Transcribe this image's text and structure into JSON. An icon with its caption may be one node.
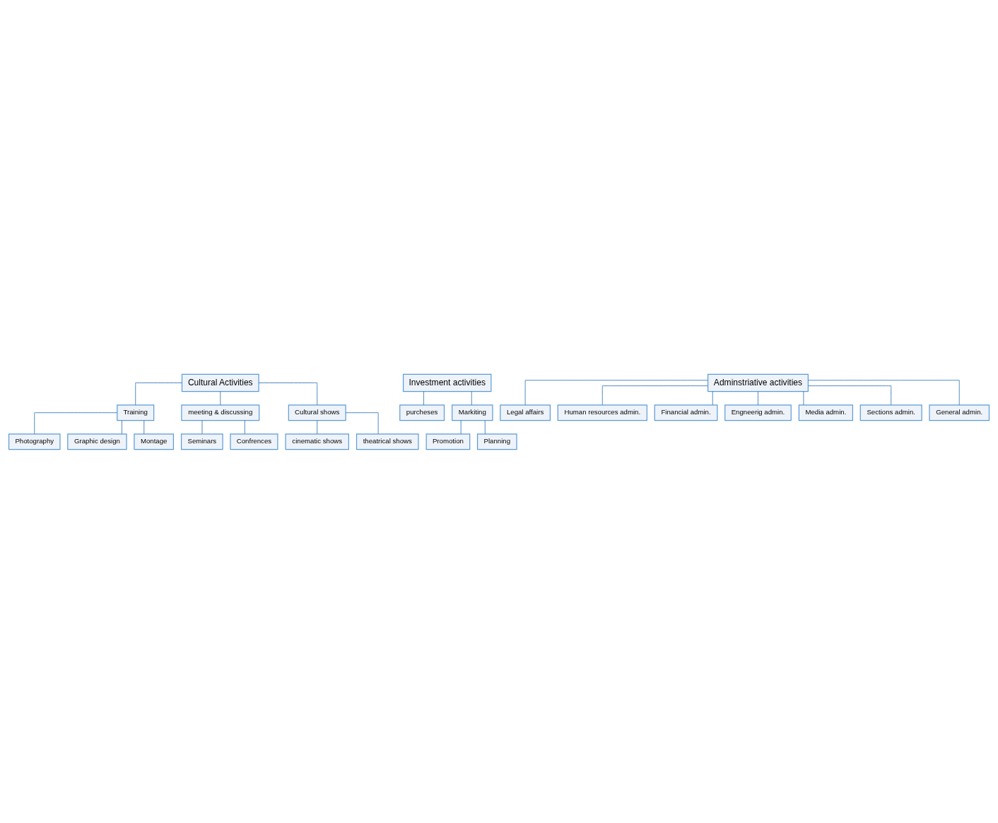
{
  "diagram": {
    "nodes": [
      {
        "text": [
          "Cultural Activities"
        ]
      },
      {
        "text": [
          "Training"
        ]
      },
      {
        "text": [
          "meeting & discussing"
        ]
      },
      {
        "text": [
          "Cultural shows"
        ]
      },
      {
        "text": [
          "Photography"
        ]
      },
      {
        "text": [
          "Graphic design"
        ]
      },
      {
        "text": [
          "Montage"
        ]
      },
      {
        "text": [
          "Seminars"
        ]
      },
      {
        "text": [
          "Confrences"
        ]
      },
      {
        "text": [
          "cinematic shows"
        ]
      },
      {
        "text": [
          "theatrical shows"
        ]
      },
      {
        "text": [
          "Investment activities"
        ]
      },
      {
        "text": [
          "purcheses"
        ]
      },
      {
        "text": [
          "Markiting"
        ]
      },
      {
        "text": [
          "Promotion"
        ]
      },
      {
        "text": [
          "Planning"
        ]
      },
      {
        "text": [
          "Adminstriative activities"
        ]
      },
      {
        "text": [
          "Legal affairs"
        ]
      },
      {
        "text": [
          "Human resources admin."
        ]
      },
      {
        "text": [
          "Financial admin."
        ]
      },
      {
        "text": [
          "Engneerig admin."
        ]
      },
      {
        "text": [
          "Media admin."
        ]
      },
      {
        "text": [
          "Sections admin."
        ]
      },
      {
        "text": [
          "General admin."
        ]
      }
    ],
    "edges": [
      {
        "from": 0,
        "to": 1,
        "arrow": "none"
      },
      {
        "from": 0,
        "to": 2,
        "arrow": "none"
      },
      {
        "from": 0,
        "to": 3,
        "arrow": "none"
      },
      {
        "from": 1,
        "to": 4,
        "arrow": "none"
      },
      {
        "from": 1,
        "to": 5,
        "arrow": "none"
      },
      {
        "from": 1,
        "to": 6,
        "arrow": "none"
      },
      {
        "from": 2,
        "to": 7,
        "arrow": "none"
      },
      {
        "from": 2,
        "to": 8,
        "arrow": "none"
      },
      {
        "from": 3,
        "to": 9,
        "arrow": "none"
      },
      {
        "from": 3,
        "to": 10,
        "arrow": "none"
      },
      {
        "from": 11,
        "to": 12,
        "arrow": "none"
      },
      {
        "from": 11,
        "to": 13,
        "arrow": "none"
      },
      {
        "from": 13,
        "to": 14,
        "arrow": "none"
      },
      {
        "from": 13,
        "to": 15,
        "arrow": "none"
      },
      {
        "from": 16,
        "to": 17,
        "arrow": "none"
      },
      {
        "from": 16,
        "to": 18,
        "arrow": "none"
      },
      {
        "from": 16,
        "to": 19,
        "arrow": "none"
      },
      {
        "from": 16,
        "to": 20,
        "arrow": "none"
      },
      {
        "from": 16,
        "to": 21,
        "arrow": "none"
      },
      {
        "from": 16,
        "to": 22,
        "arrow": "none"
      },
      {
        "from": 16,
        "to": 23,
        "arrow": "none"
      }
    ]
  }
}
